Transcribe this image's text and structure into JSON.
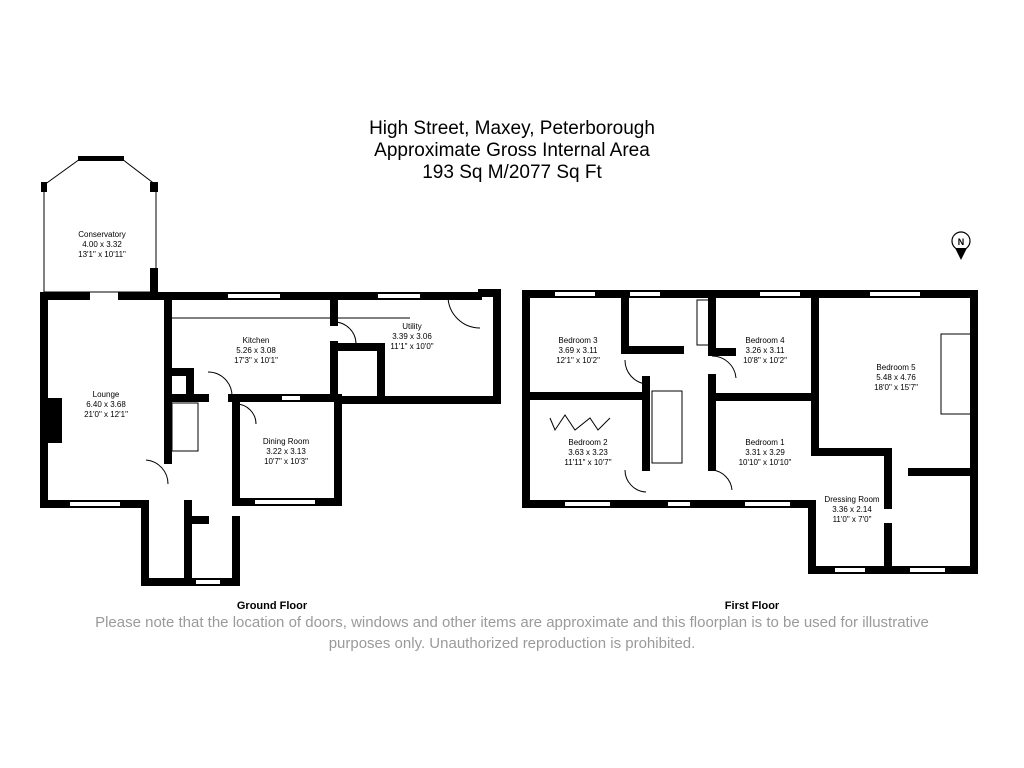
{
  "header": {
    "address": "High Street, Maxey, Peterborough",
    "area_label": "Approximate Gross Internal Area",
    "area_value": "193 Sq M/2077 Sq Ft"
  },
  "compass": {
    "label": "N"
  },
  "ground_floor": {
    "label": "Ground Floor",
    "rooms": [
      {
        "name": "Conservatory",
        "metric": "4.00 x 3.32",
        "imperial": "13'1\" x 10'11\""
      },
      {
        "name": "Lounge",
        "metric": "6.40 x 3.68",
        "imperial": "21'0\" x 12'1\""
      },
      {
        "name": "Kitchen",
        "metric": "5.26 x 3.08",
        "imperial": "17'3\" x 10'1\""
      },
      {
        "name": "Utility",
        "metric": "3.39 x 3.06",
        "imperial": "11'1\" x 10'0\""
      },
      {
        "name": "Dining Room",
        "metric": "3.22 x 3.13",
        "imperial": "10'7\" x 10'3\""
      }
    ]
  },
  "first_floor": {
    "label": "First Floor",
    "rooms": [
      {
        "name": "Bedroom 3",
        "metric": "3.69 x 3.11",
        "imperial": "12'1\" x 10'2\""
      },
      {
        "name": "Bedroom 4",
        "metric": "3.26 x 3.11",
        "imperial": "10'8\" x 10'2\""
      },
      {
        "name": "Bedroom 5",
        "metric": "5.48 x 4.76",
        "imperial": "18'0\" x 15'7\""
      },
      {
        "name": "Bedroom 2",
        "metric": "3.63 x 3.23",
        "imperial": "11'11\" x 10'7\""
      },
      {
        "name": "Bedroom 1",
        "metric": "3.31 x 3.29",
        "imperial": "10'10\" x 10'10\""
      },
      {
        "name": "Dressing Room",
        "metric": "3.36 x 2.14",
        "imperial": "11'0\" x 7'0\""
      }
    ]
  },
  "disclaimer": {
    "line1": "Please note that the location of doors, windows and other items are approximate and this floorplan is to be used for illustrative",
    "line2": "purposes only. Unauthorized reproduction is prohibited."
  }
}
